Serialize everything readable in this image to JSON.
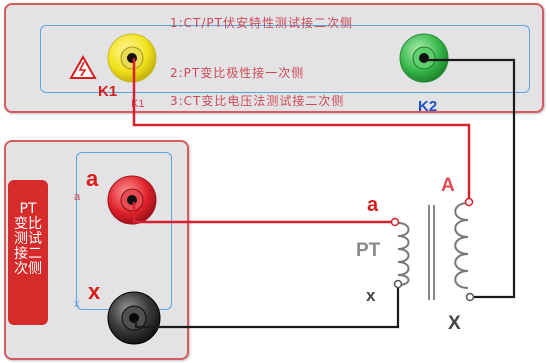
{
  "panel_top": {
    "lines": [
      "1:CT/PT伏安特性测试接二次侧",
      "2:PT变比极性接一次侧",
      "3:CT变比电压法测试接二次侧"
    ],
    "k1_big": "K1",
    "k1_small": "K1",
    "k2": "K2"
  },
  "panel_bottom": {
    "title": "PT变比测试接二次侧",
    "a_big": "a",
    "a_small": "a",
    "x_big": "x",
    "x_small": "x"
  },
  "transformer": {
    "label": "PT",
    "sec_a": "a",
    "sec_x": "x",
    "pri_A": "A",
    "pri_X": "X"
  },
  "colors": {
    "border": "#d65a62",
    "panel": "#e3e3e6",
    "wire_red": "#d8202e",
    "wire_black": "#1a1a1a",
    "terminal_yellow": "#f2e21c",
    "terminal_green": "#37b84a",
    "terminal_red": "#e0222b",
    "terminal_black": "#1e1e1e",
    "label_A": "#e24a56",
    "frame_blue": "#5aa6e0"
  }
}
